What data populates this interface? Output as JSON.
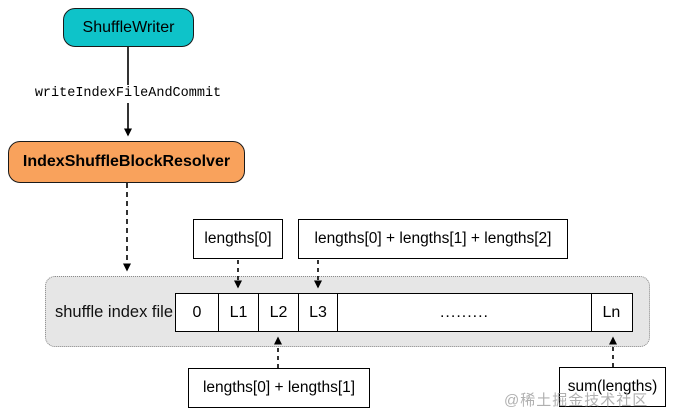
{
  "nodes": {
    "shuffle_writer": "ShuffleWriter",
    "resolver": "IndexShuffleBlockResolver"
  },
  "edge": {
    "method_label": "writeIndexFileAndCommit"
  },
  "file": {
    "label": "shuffle index file",
    "cells": [
      "0",
      "L1",
      "L2",
      "L3",
      ".........",
      "Ln"
    ]
  },
  "annotations": {
    "lengths0": "lengths[0]",
    "lengths012": "lengths[0] + lengths[1] + lengths[2]",
    "lengths01": "lengths[0] + lengths[1]",
    "sum": "sum(lengths)"
  },
  "watermark": "@稀土掘金技术社区",
  "colors": {
    "writer_bg": "#0ec3c9",
    "resolver_bg": "#f9a25c",
    "file_bg": "#e6e6e6"
  }
}
